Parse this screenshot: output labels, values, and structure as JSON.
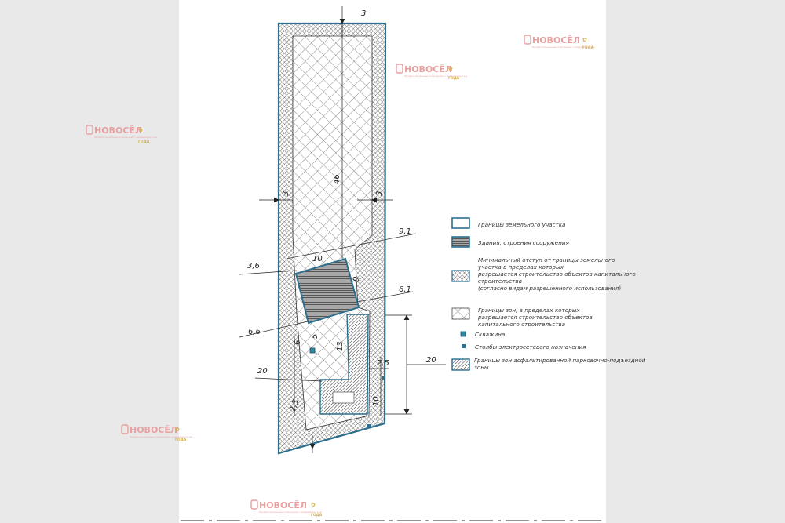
{
  "dimensions": {
    "top_setback": "3",
    "left_setback": "3",
    "right_setback": "3",
    "length": "46",
    "diag_upper": "9,1",
    "left_a": "3,6",
    "building_width": "10",
    "building_side": "9",
    "right_a": "6,1",
    "left_b": "6,6",
    "small_a": "6",
    "small_b": "5",
    "small_c": "13",
    "small_d": "2,5",
    "left_20": "20",
    "right_20": "20",
    "lower_10": "10",
    "bottom_small": "2,5"
  },
  "legend": {
    "items": [
      {
        "lines": [
          "Границы земельного участка"
        ]
      },
      {
        "lines": [
          "Здания, строения сооружения"
        ]
      },
      {
        "lines": [
          "Минимальный отступ от границы земельного",
          "участка в пределах которых",
          "разрешается строительство объектов капитального",
          "строительства",
          "(согласно видам разрешенного использования)"
        ]
      },
      {
        "lines": [
          "Границы зон, в пределах которых",
          "разрешается строительство объектов",
          "капитального строительства"
        ]
      },
      {
        "lines": [
          "Скважина"
        ]
      },
      {
        "lines": [
          "Столбы электросетевого назначения"
        ]
      },
      {
        "lines": [
          "Границы зон асфальтированной парковочно-подъездной",
          "зоны"
        ]
      }
    ]
  },
  "watermark": {
    "word": "НОВОСЁЛ",
    "subtitle": "Профессиональные помощники с недвижимостью",
    "year_label": "ГОДА"
  },
  "colors": {
    "boundary": "#2e6f8e",
    "building_fill": "#8c8c8c",
    "hatch": "#333333",
    "parking": "#555555",
    "watermark": "#e8a0a0"
  }
}
